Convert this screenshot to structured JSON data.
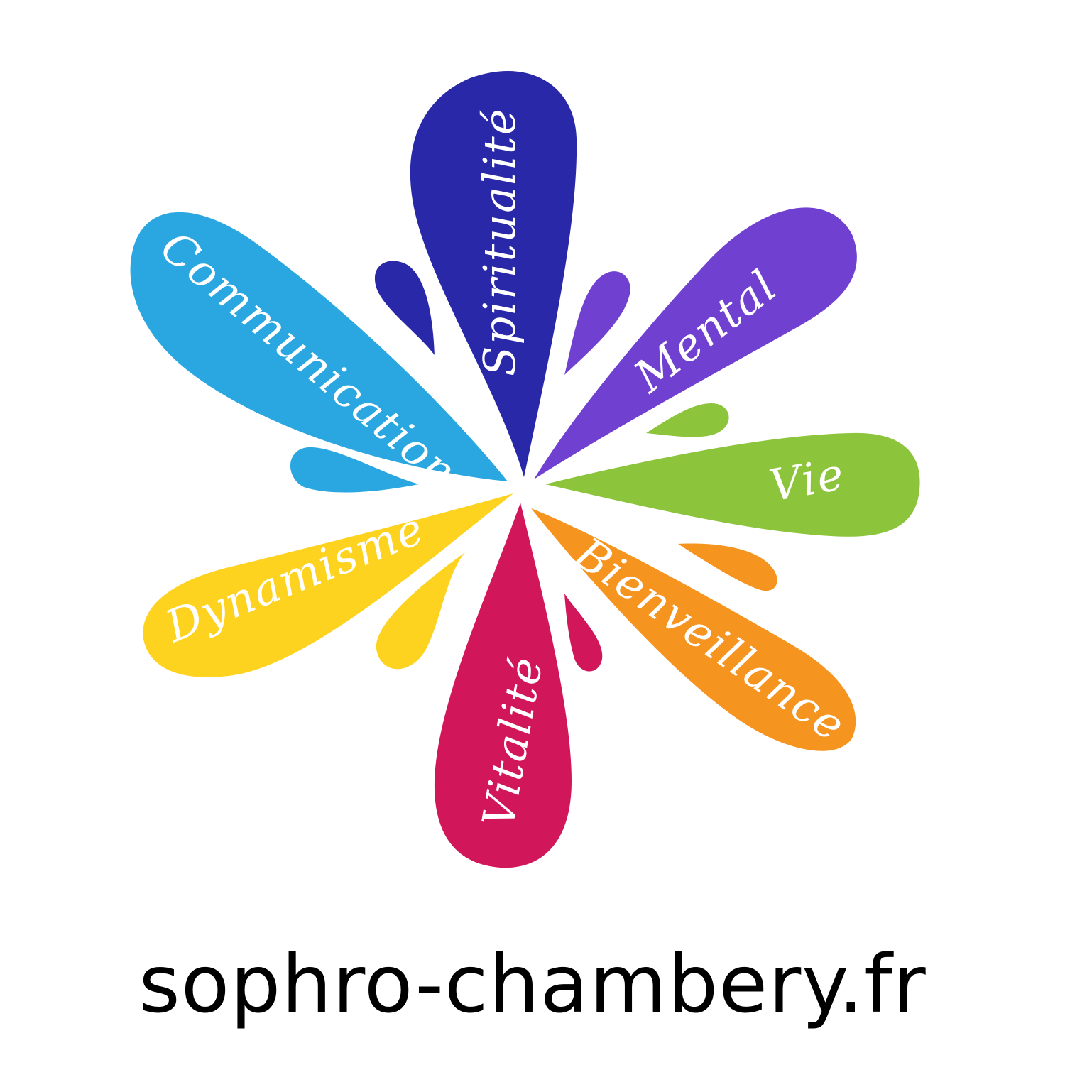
{
  "logo": {
    "petals": [
      {
        "name": "spirituality",
        "label": "Spiritualité",
        "color": "#2828A8"
      },
      {
        "name": "mental",
        "label": "Mental",
        "color": "#7040D0"
      },
      {
        "name": "life",
        "label": "Vie",
        "color": "#8CC43C"
      },
      {
        "name": "kindness",
        "label": "Bienveillance",
        "color": "#F69420"
      },
      {
        "name": "vitality",
        "label": "Vitalité",
        "color": "#D2165A"
      },
      {
        "name": "dynamism",
        "label": "Dynamisme",
        "color": "#FDD320"
      },
      {
        "name": "communication",
        "label": "Communication",
        "color": "#2AA7E0"
      }
    ]
  },
  "footer": {
    "url": "sophro-chambery.fr"
  }
}
